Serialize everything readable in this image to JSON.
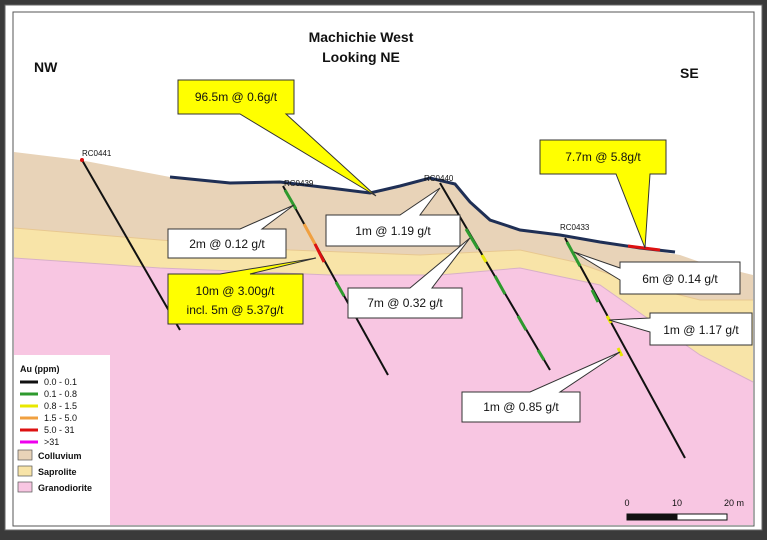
{
  "title_line1": "Machichie West",
  "title_line2": "Looking NE",
  "dir_left": "NW",
  "dir_right": "SE",
  "holes": {
    "rc0441": "RC0441",
    "rc0439": "RC0439",
    "rc0440": "RC0440",
    "rc0433": "RC0433"
  },
  "callouts": {
    "c1": "96.5m @ 0.6g/t",
    "c2": "7.7m @ 5.8g/t",
    "c3": "2m @ 0.12 g/t",
    "c4": "1m @ 1.19 g/t",
    "c5a": "10m @ 3.00g/t",
    "c5b": "incl. 5m @ 5.37g/t",
    "c6": "7m @ 0.32 g/t",
    "c7": "6m @ 0.14 g/t",
    "c8": "1m @ 1.17 g/t",
    "c9": "1m @ 0.85 g/t"
  },
  "legend": {
    "title": "Au (ppm)",
    "items": [
      {
        "label": "0.0 - 0.1",
        "color": "#111111"
      },
      {
        "label": "0.1 - 0.8",
        "color": "#2e9a2e"
      },
      {
        "label": "0.8 - 1.5",
        "color": "#e8e800"
      },
      {
        "label": "1.5 - 5.0",
        "color": "#f0a040"
      },
      {
        "label": "5.0 - 31",
        "color": "#dd1111"
      },
      {
        "label": ">31",
        "color": "#ee00ee"
      }
    ],
    "units": [
      {
        "label": "Colluvium",
        "color": "#e8d3b8"
      },
      {
        "label": "Saprolite",
        "color": "#f8e4a8"
      },
      {
        "label": "Granodiorite",
        "color": "#f8c6e2"
      }
    ]
  },
  "scale": {
    "t0": "0",
    "t1": "10",
    "t2": "20 m"
  }
}
